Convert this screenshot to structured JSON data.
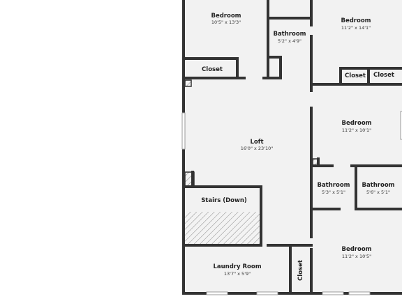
{
  "floorplan": {
    "rooms": {
      "bedroom_top_left": {
        "name": "Bedroom",
        "dims": "10'5\" x 13'3\""
      },
      "bathroom_top": {
        "name": "Bathroom",
        "dims": "5'2\" x 4'9\""
      },
      "bedroom_top_right": {
        "name": "Bedroom",
        "dims": "11'2\" x 14'1\""
      },
      "closet_left": {
        "name": "Closet"
      },
      "closet_right_a": {
        "name": "Closet"
      },
      "closet_right_b": {
        "name": "Closet"
      },
      "loft": {
        "name": "Loft",
        "dims": "16'0\" x 23'10\""
      },
      "bedroom_mid_right": {
        "name": "Bedroom",
        "dims": "11'2\" x 10'1\""
      },
      "bathroom_mid_a": {
        "name": "Bathroom",
        "dims": "5'3\" x 5'1\""
      },
      "bathroom_mid_b": {
        "name": "Bathroom",
        "dims": "5'6\" x 5'1\""
      },
      "stairs": {
        "name": "Stairs (Down)"
      },
      "bedroom_bot_right": {
        "name": "Bedroom",
        "dims": "11'2\" x 10'5\""
      },
      "laundry": {
        "name": "Laundry Room",
        "dims": "13'7\" x 5'9\""
      },
      "closet_vertical": {
        "name": "Closet"
      }
    }
  }
}
